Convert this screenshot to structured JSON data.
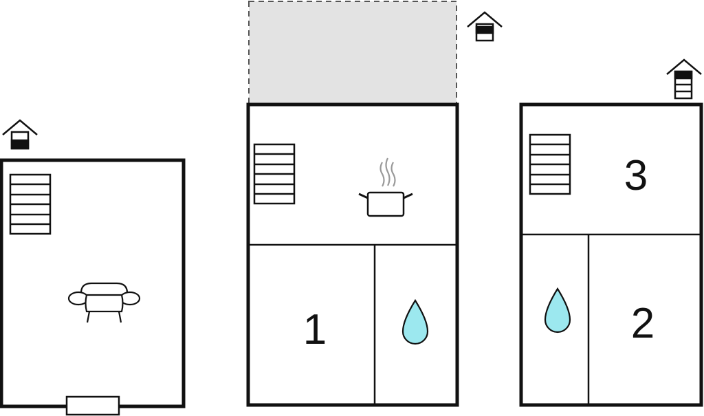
{
  "floor_plan": {
    "floors": [
      {
        "id": "ground",
        "floor_icon_level": "bottom",
        "features": [
          "stairs-icon",
          "sofa-icon"
        ],
        "rooms": [],
        "entrance": true
      },
      {
        "id": "first",
        "floor_icon_level": "middle",
        "terrace": true,
        "features": [
          "stairs-icon",
          "cooking-pot-icon"
        ],
        "rooms": [
          {
            "label": "1",
            "type": "bedroom"
          },
          {
            "type": "bathroom",
            "icon": "water-drop-icon"
          }
        ]
      },
      {
        "id": "second",
        "floor_icon_level": "top",
        "features": [
          "stairs-icon"
        ],
        "rooms": [
          {
            "label": "3",
            "type": "bedroom"
          },
          {
            "type": "bathroom",
            "icon": "water-drop-icon"
          },
          {
            "label": "2",
            "type": "bedroom"
          }
        ]
      }
    ],
    "colors": {
      "wall": "#111111",
      "terrace_fill": "#e3e3e3",
      "water": "#9ce8ef"
    }
  }
}
